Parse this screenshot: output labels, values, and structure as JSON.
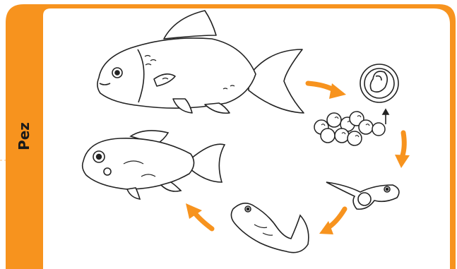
{
  "card": {
    "side_label": "Pez",
    "accent_color": "#f7931e",
    "frame_color": "#f7931e",
    "background": "#ffffff"
  },
  "diagram": {
    "stages": [
      {
        "name": "adult-fish",
        "icon": "adult-fish-illustration"
      },
      {
        "name": "fertilized-egg",
        "icon": "egg-closeup-illustration"
      },
      {
        "name": "egg-cluster",
        "icon": "egg-cluster-illustration"
      },
      {
        "name": "larva",
        "icon": "larva-illustration"
      },
      {
        "name": "fry",
        "icon": "fry-illustration"
      },
      {
        "name": "juvenile-fish",
        "icon": "juvenile-fish-illustration"
      }
    ]
  }
}
